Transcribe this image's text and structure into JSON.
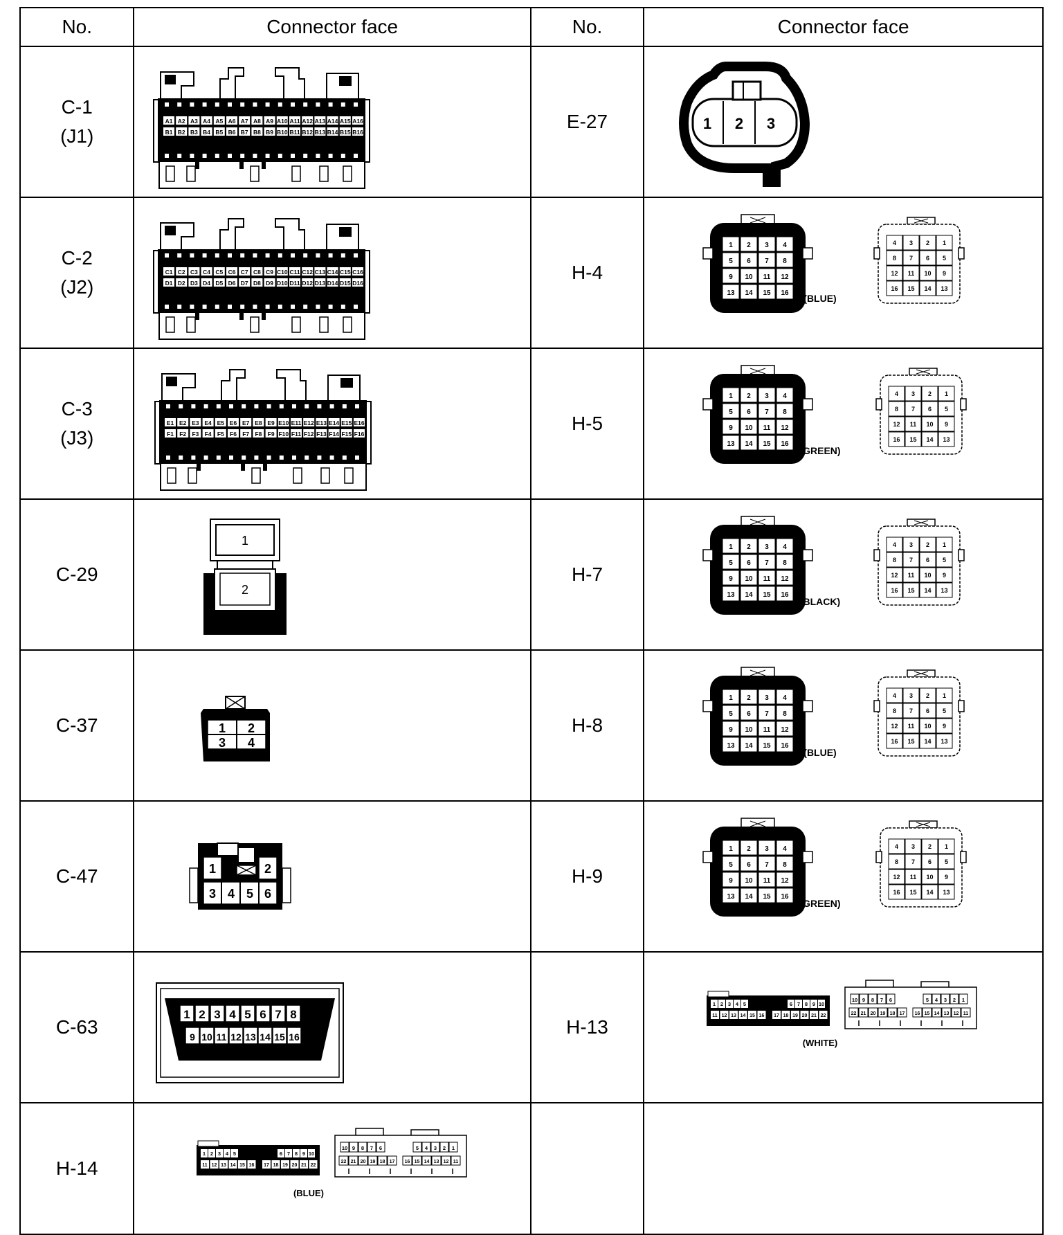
{
  "headers": {
    "no": "No.",
    "face": "Connector face"
  },
  "rows": [
    {
      "left": {
        "no": "C-1",
        "sub": "(J1)"
      },
      "right": {
        "no": "E-27"
      }
    },
    {
      "left": {
        "no": "C-2",
        "sub": "(J2)"
      },
      "right": {
        "no": "H-4",
        "color": "(BLUE)"
      }
    },
    {
      "left": {
        "no": "C-3",
        "sub": "(J3)"
      },
      "right": {
        "no": "H-5",
        "color": "(GREEN)"
      }
    },
    {
      "left": {
        "no": "C-29"
      },
      "right": {
        "no": "H-7",
        "color": "(BLACK)"
      }
    },
    {
      "left": {
        "no": "C-37"
      },
      "right": {
        "no": "H-8",
        "color": "(BLUE)"
      }
    },
    {
      "left": {
        "no": "C-47"
      },
      "right": {
        "no": "H-9",
        "color": "(GREEN)"
      }
    },
    {
      "left": {
        "no": "C-63"
      },
      "right": {
        "no": "H-13",
        "color": "(WHITE)"
      }
    },
    {
      "left": {
        "no": "H-14",
        "color": "(BLUE)"
      },
      "right": {
        "no": ""
      }
    }
  ],
  "pins": {
    "c1_top": [
      "A1",
      "A2",
      "A3",
      "A4",
      "A5",
      "A6",
      "A7",
      "A8",
      "A9",
      "A10",
      "A11",
      "A12",
      "A13",
      "A14",
      "A15",
      "A16"
    ],
    "c1_bot": [
      "B1",
      "B2",
      "B3",
      "B4",
      "B5",
      "B6",
      "B7",
      "B8",
      "B9",
      "B10",
      "B11",
      "B12",
      "B13",
      "B14",
      "B15",
      "B16"
    ],
    "c2_top": [
      "C1",
      "C2",
      "C3",
      "C4",
      "C5",
      "C6",
      "C7",
      "C8",
      "C9",
      "C10",
      "C11",
      "C12",
      "C13",
      "C14",
      "C15",
      "C16"
    ],
    "c2_bot": [
      "D1",
      "D2",
      "D3",
      "D4",
      "D5",
      "D6",
      "D7",
      "D8",
      "D9",
      "D10",
      "D11",
      "D12",
      "D13",
      "D14",
      "D15",
      "D16"
    ],
    "c3_top": [
      "E1",
      "E2",
      "E3",
      "E4",
      "E5",
      "E6",
      "E7",
      "E8",
      "E9",
      "E10",
      "E11",
      "E12",
      "E13",
      "E14",
      "E15",
      "E16"
    ],
    "c3_bot": [
      "F1",
      "F2",
      "F3",
      "F4",
      "F5",
      "F6",
      "F7",
      "F8",
      "F9",
      "F10",
      "F11",
      "F12",
      "F13",
      "F14",
      "F15",
      "F16"
    ],
    "e27": [
      "1",
      "2",
      "3"
    ],
    "c29": [
      "1",
      "2"
    ],
    "c37": [
      "1",
      "2",
      "3",
      "4"
    ],
    "c47": [
      "1",
      "2",
      "3",
      "4",
      "5",
      "6"
    ],
    "c63_top": [
      "1",
      "2",
      "3",
      "4",
      "5",
      "6",
      "7",
      "8"
    ],
    "c63_bot": [
      "9",
      "10",
      "11",
      "12",
      "13",
      "14",
      "15",
      "16"
    ],
    "grid16_male": [
      "1",
      "2",
      "3",
      "4",
      "5",
      "6",
      "7",
      "8",
      "9",
      "10",
      "11",
      "12",
      "13",
      "14",
      "15",
      "16"
    ],
    "grid16_female": [
      "4",
      "3",
      "2",
      "1",
      "8",
      "7",
      "6",
      "5",
      "12",
      "11",
      "10",
      "9",
      "16",
      "15",
      "14",
      "13"
    ],
    "h13_a_top": [
      "1",
      "2",
      "3",
      "4",
      "5",
      "6",
      "7",
      "8",
      "9",
      "10"
    ],
    "h13_a_bot": [
      "11",
      "12",
      "13",
      "14",
      "15",
      "16",
      "17",
      "18",
      "19",
      "20",
      "21",
      "22"
    ],
    "h13_b_top": [
      "10",
      "9",
      "8",
      "7",
      "6",
      "5",
      "4",
      "3",
      "2",
      "1"
    ],
    "h13_b_bot": [
      "22",
      "21",
      "20",
      "19",
      "18",
      "17",
      "16",
      "15",
      "14",
      "13",
      "12",
      "11"
    ]
  }
}
